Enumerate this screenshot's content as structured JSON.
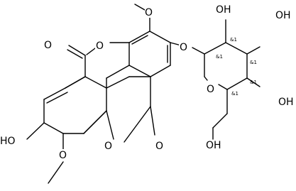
{
  "molecule": {
    "atom_labels": {
      "o_methoxy_top": "O",
      "o_lactone_upper": "O",
      "o_carbonyl_upper": "O",
      "o_glycosidic": "O",
      "o_ring_sugar": "O",
      "oh_top_left": "OH",
      "oh_top_right": "OH",
      "oh_right": "OH",
      "oh_ch2": "OH",
      "oh_left": "HO",
      "o_lactone_lower": "O",
      "o_carbonyl_lower": "O",
      "o_methoxy_bottom": "O"
    },
    "stereo_labels": {
      "c1": "&1",
      "c2": "&1",
      "c3": "&1",
      "c4": "&1",
      "c5": "&1"
    }
  }
}
